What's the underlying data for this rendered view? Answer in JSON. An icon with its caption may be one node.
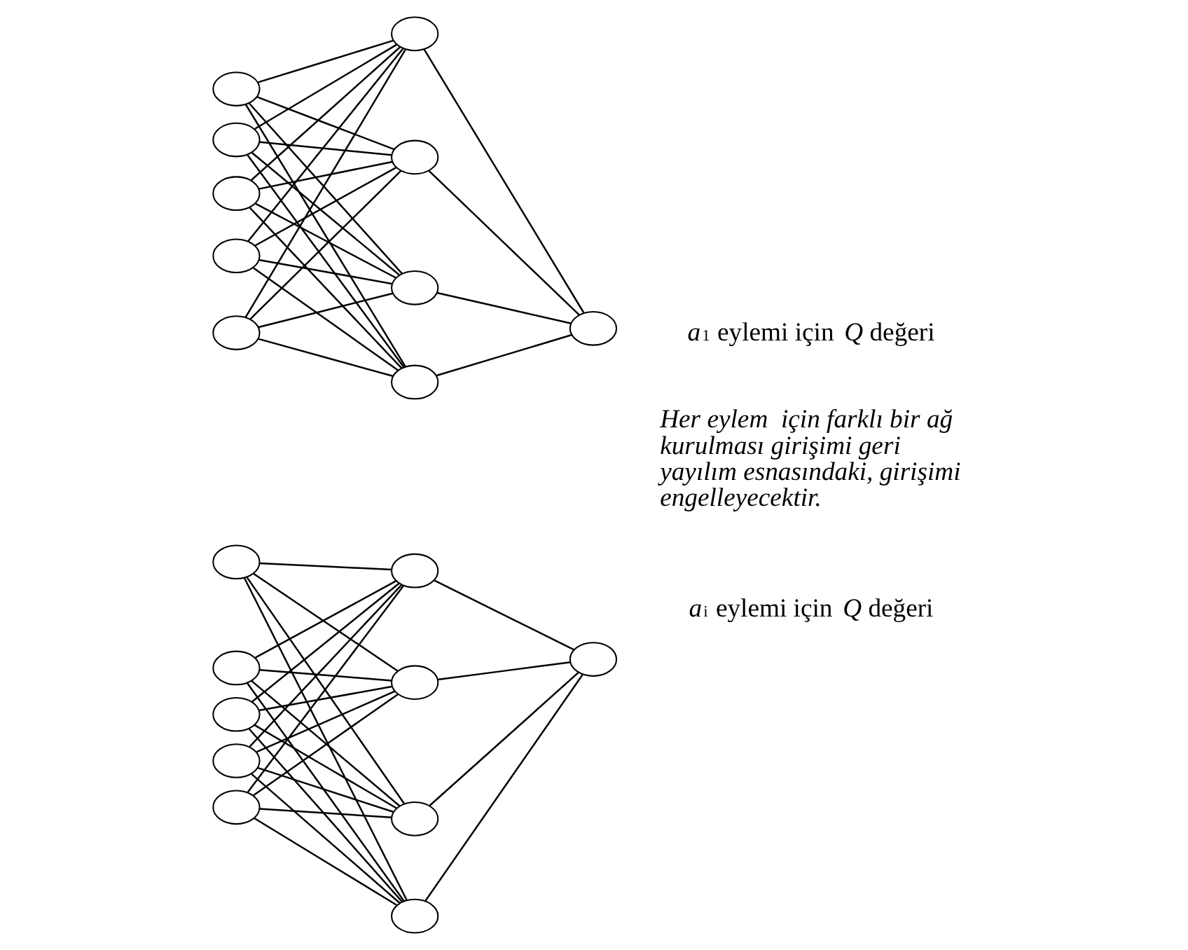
{
  "diagram": {
    "nodes": [
      {
        "text": [],
        "shape": "ellipse"
      },
      {
        "text": [],
        "shape": "ellipse"
      },
      {
        "text": [],
        "shape": "ellipse"
      },
      {
        "text": [],
        "shape": "ellipse"
      },
      {
        "text": [],
        "shape": "ellipse"
      },
      {
        "text": [],
        "shape": "ellipse"
      },
      {
        "text": [],
        "shape": "ellipse"
      },
      {
        "text": [],
        "shape": "ellipse"
      },
      {
        "text": [],
        "shape": "ellipse"
      },
      {
        "text": [],
        "shape": "ellipse",
        "beside": [
          "*a*$_{1}$ eylemi için *Q* değeri"
        ]
      },
      {
        "text": [],
        "shape": "ellipse"
      },
      {
        "text": [],
        "shape": "ellipse"
      },
      {
        "text": [],
        "shape": "ellipse"
      },
      {
        "text": [],
        "shape": "ellipse"
      },
      {
        "text": [],
        "shape": "ellipse"
      },
      {
        "text": [],
        "shape": "ellipse"
      },
      {
        "text": [],
        "shape": "ellipse"
      },
      {
        "text": [],
        "shape": "ellipse"
      },
      {
        "text": [],
        "shape": "ellipse"
      },
      {
        "text": [],
        "shape": "ellipse",
        "beside": [
          "*a*$_{i}$ eylemi için *Q* değeri"
        ]
      }
    ],
    "edges": [
      {
        "from": 0,
        "to": 5,
        "arrow": "none"
      },
      {
        "from": 0,
        "to": 6,
        "arrow": "none"
      },
      {
        "from": 0,
        "to": 7,
        "arrow": "none"
      },
      {
        "from": 0,
        "to": 8,
        "arrow": "none"
      },
      {
        "from": 1,
        "to": 5,
        "arrow": "none"
      },
      {
        "from": 1,
        "to": 6,
        "arrow": "none"
      },
      {
        "from": 1,
        "to": 7,
        "arrow": "none"
      },
      {
        "from": 1,
        "to": 8,
        "arrow": "none"
      },
      {
        "from": 2,
        "to": 5,
        "arrow": "none"
      },
      {
        "from": 2,
        "to": 6,
        "arrow": "none"
      },
      {
        "from": 2,
        "to": 7,
        "arrow": "none"
      },
      {
        "from": 2,
        "to": 8,
        "arrow": "none"
      },
      {
        "from": 3,
        "to": 5,
        "arrow": "none"
      },
      {
        "from": 3,
        "to": 6,
        "arrow": "none"
      },
      {
        "from": 3,
        "to": 7,
        "arrow": "none"
      },
      {
        "from": 3,
        "to": 8,
        "arrow": "none"
      },
      {
        "from": 4,
        "to": 5,
        "arrow": "none"
      },
      {
        "from": 4,
        "to": 6,
        "arrow": "none"
      },
      {
        "from": 4,
        "to": 7,
        "arrow": "none"
      },
      {
        "from": 4,
        "to": 8,
        "arrow": "none"
      },
      {
        "from": 5,
        "to": 9,
        "arrow": "none"
      },
      {
        "from": 6,
        "to": 9,
        "arrow": "none"
      },
      {
        "from": 7,
        "to": 9,
        "arrow": "none"
      },
      {
        "from": 8,
        "to": 9,
        "arrow": "none"
      },
      {
        "from": 10,
        "to": 15,
        "arrow": "none"
      },
      {
        "from": 10,
        "to": 16,
        "arrow": "none"
      },
      {
        "from": 10,
        "to": 17,
        "arrow": "none"
      },
      {
        "from": 10,
        "to": 18,
        "arrow": "none"
      },
      {
        "from": 11,
        "to": 15,
        "arrow": "none"
      },
      {
        "from": 11,
        "to": 16,
        "arrow": "none"
      },
      {
        "from": 11,
        "to": 17,
        "arrow": "none"
      },
      {
        "from": 11,
        "to": 18,
        "arrow": "none"
      },
      {
        "from": 12,
        "to": 15,
        "arrow": "none"
      },
      {
        "from": 12,
        "to": 16,
        "arrow": "none"
      },
      {
        "from": 12,
        "to": 17,
        "arrow": "none"
      },
      {
        "from": 12,
        "to": 18,
        "arrow": "none"
      },
      {
        "from": 13,
        "to": 15,
        "arrow": "none"
      },
      {
        "from": 13,
        "to": 16,
        "arrow": "none"
      },
      {
        "from": 13,
        "to": 17,
        "arrow": "none"
      },
      {
        "from": 13,
        "to": 18,
        "arrow": "none"
      },
      {
        "from": 14,
        "to": 15,
        "arrow": "none"
      },
      {
        "from": 14,
        "to": 16,
        "arrow": "none"
      },
      {
        "from": 14,
        "to": 17,
        "arrow": "none"
      },
      {
        "from": 14,
        "to": 18,
        "arrow": "none"
      },
      {
        "from": 15,
        "to": 19,
        "arrow": "none"
      },
      {
        "from": 16,
        "to": 19,
        "arrow": "none"
      },
      {
        "from": 17,
        "to": 19,
        "arrow": "none"
      },
      {
        "from": 18,
        "to": 19,
        "arrow": "none"
      }
    ],
    "labels": [
      "Her eylem  için farklı bir ağ kurulması girişimi geri yayılım esnasındaki, girişimi engelleyecektir."
    ]
  }
}
